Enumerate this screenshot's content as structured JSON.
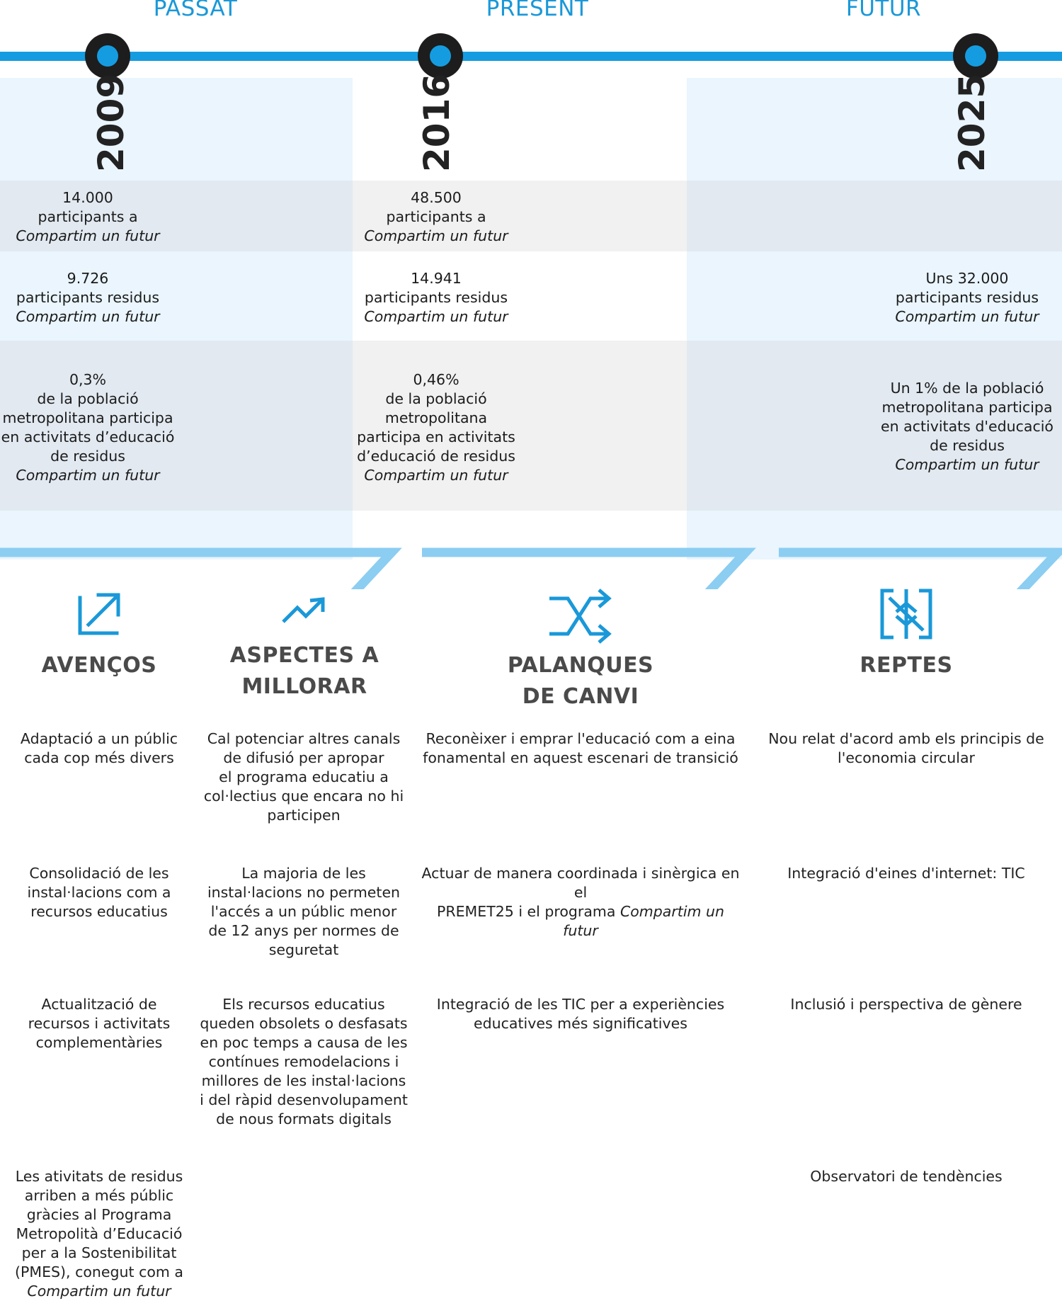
{
  "timeline": {
    "eras": [
      "PASSAT",
      "PRESENT",
      "FUTUR"
    ],
    "years": [
      "2009",
      "2016",
      "2025"
    ],
    "colors": {
      "line": "#159ce0",
      "node": "#1d1d1d",
      "panel_light": "#eaf5fd",
      "band": "#e2e9f1",
      "band_mid": "#f1f1f1",
      "chevron": "#8ccdf2",
      "heading": "#4a4a4a"
    }
  },
  "rows": {
    "participants": {
      "2009": {
        "number": "14.000",
        "text": "participants a",
        "program": "Compartim un futur"
      },
      "2016": {
        "number": "48.500",
        "text": "participants a",
        "program": "Compartim un futur"
      }
    },
    "waste": {
      "2009": {
        "number": "9.726",
        "text": "participants residus",
        "program": "Compartim un futur"
      },
      "2016": {
        "number": "14.941",
        "text": "participants residus",
        "program": "Compartim un futur"
      },
      "2025": {
        "number": "Uns 32.000",
        "text": "participants residus",
        "program": "Compartim un futur"
      }
    },
    "percent": {
      "2009": {
        "lines": [
          "0,3%",
          "de la població",
          "metropolitana participa",
          "en activitats d’educació",
          "de residus"
        ],
        "program": "Compartim un futur"
      },
      "2016": {
        "lines": [
          "0,46%",
          "de la població",
          "metropolitana",
          "participa en activitats",
          "d’educació de residus"
        ],
        "program": "Compartim un futur"
      },
      "2025": {
        "lines": [
          "Un 1% de la població",
          "metropolitana participa",
          "en activitats d'educació",
          "de residus"
        ],
        "program": "Compartim un futur"
      }
    }
  },
  "columns": [
    {
      "icon": "trend-arrow-icon",
      "heading": [
        "AVENÇOS"
      ],
      "items": [
        {
          "lines": [
            "Adaptació a un públic",
            "cada cop més divers"
          ]
        },
        {
          "lines": [
            "Consolidació de les",
            "instal·lacions com a",
            "recursos educatius"
          ]
        },
        {
          "lines": [
            "Actualització de",
            "recursos i activitats",
            "complementàries"
          ]
        },
        {
          "lines": [
            "Les ativitats de residus",
            "arriben a més públic",
            "gràcies al Programa",
            "Metropolità d’Educació",
            "per a la Sostenibilitat",
            "(PMES), conegut com a"
          ],
          "italic": "Compartim un futur"
        }
      ]
    },
    {
      "icon": "trending-up-icon",
      "heading": [
        "ASPECTES A",
        "MILLORAR"
      ],
      "items": [
        {
          "lines": [
            "Cal potenciar altres canals",
            "de difusió per apropar",
            "el programa educatiu a",
            "col·lectius que encara no hi",
            "participen"
          ]
        },
        {
          "lines": [
            "La majoria de les",
            "instal·lacions no permeten",
            "l'accés a un públic menor",
            "de 12 anys per normes de",
            "seguretat"
          ]
        },
        {
          "lines": [
            "Els recursos educatius",
            "queden obsolets o desfasats",
            "en poc temps a causa de les",
            "contínues remodelacions i",
            "millores de les instal·lacions",
            "i del ràpid desenvolupament",
            "de nous formats digitals"
          ]
        }
      ]
    },
    {
      "icon": "shuffle-icon",
      "heading": [
        "PALANQUES",
        "DE CANVI"
      ],
      "items": [
        {
          "lines": [
            "Reconèixer i emprar l'educació com a eina",
            "fonamental en aquest escenari de transició"
          ]
        },
        {
          "lines": [
            "Actuar de manera coordinada i sinèrgica en el"
          ],
          "tail": "PREMET25 i el programa ",
          "italic": "Compartim un futur"
        },
        {
          "lines": [
            "Integració de les TIC per a experiències",
            "educatives més significatives"
          ]
        }
      ]
    },
    {
      "icon": "challenge-icon",
      "heading": [
        "REPTES"
      ],
      "items": [
        {
          "lines": [
            "Nou relat d'acord amb els principis de",
            "l'economia circular"
          ]
        },
        {
          "lines": [
            "Integració d'eines d'internet: TIC"
          ]
        },
        {
          "lines": [
            "Inclusió i perspectiva de gènere"
          ]
        },
        {
          "lines": [
            "Observatori de tendències"
          ]
        }
      ]
    }
  ]
}
